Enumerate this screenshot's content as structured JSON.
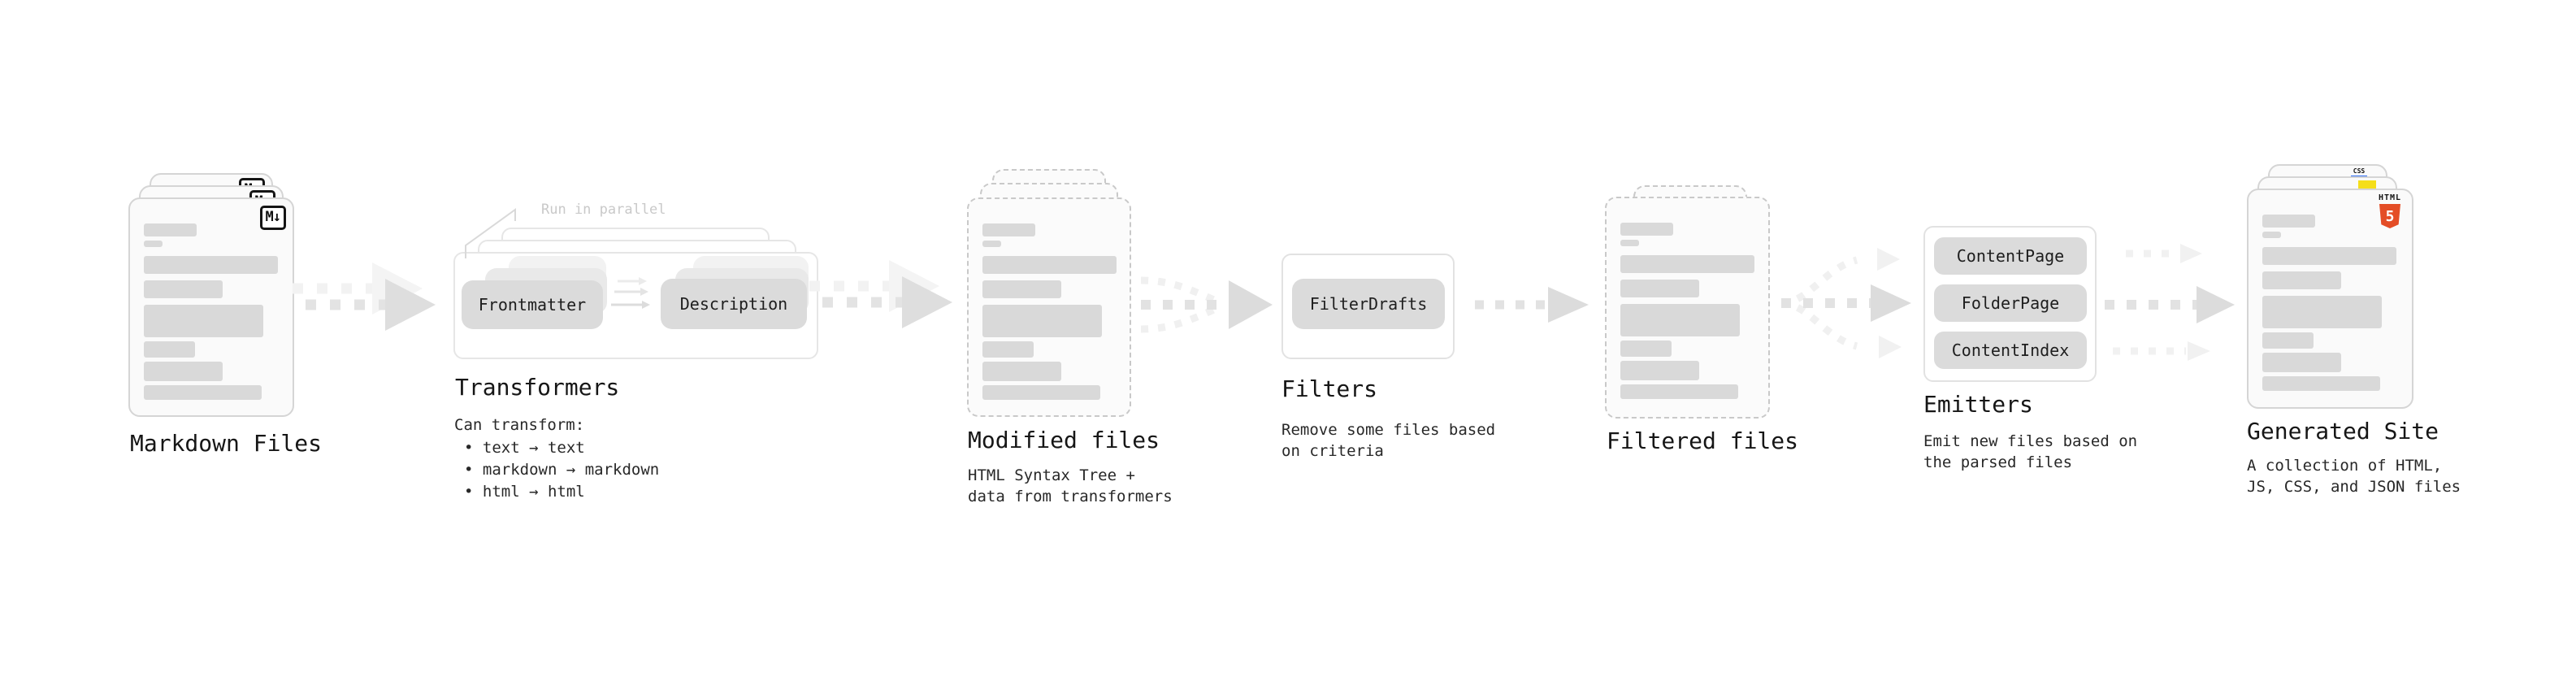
{
  "stages": {
    "markdown": {
      "label": "Markdown Files",
      "badge": "M↓"
    },
    "transformers": {
      "label": "Transformers",
      "annotation": "Run in parallel",
      "pill_frontmatter": "Frontmatter",
      "pill_description": "Description",
      "intro": "Can transform:",
      "bullet1": "• text → text",
      "bullet2": "• markdown → markdown",
      "bullet3": "• html → html"
    },
    "modified": {
      "label": "Modified files",
      "sub1": "HTML Syntax Tree +",
      "sub2": "data from transformers"
    },
    "filters": {
      "label": "Filters",
      "pill": "FilterDrafts",
      "sub1": "Remove some files based",
      "sub2": "on criteria"
    },
    "filtered": {
      "label": "Filtered files"
    },
    "emitters": {
      "label": "Emitters",
      "pill1": "ContentPage",
      "pill2": "FolderPage",
      "pill3": "ContentIndex",
      "sub1": "Emit new files based on",
      "sub2": "the parsed files"
    },
    "generated": {
      "label": "Generated Site",
      "sub1": "A collection of HTML,",
      "sub2": "JS, CSS, and JSON files",
      "css_badge": "CSS",
      "html_badge_label": "HTML",
      "html_badge_number": "5"
    }
  },
  "colors": {
    "html5_orange": "#e44d26",
    "js_yellow": "#f5de19",
    "css_blue": "#2e6df6",
    "bar_gray": "#d9d9d9"
  }
}
